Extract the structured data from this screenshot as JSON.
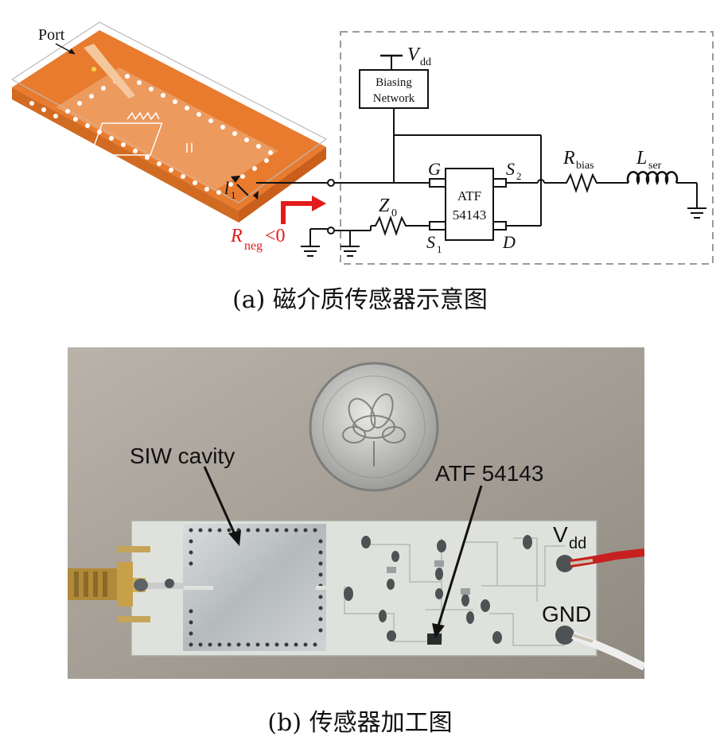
{
  "panel_a": {
    "port_label": "Port",
    "l1_label": "l",
    "l1_sub": "1",
    "rneg_label": "R",
    "rneg_sub": "neg",
    "rneg_tail": "<0",
    "vdd_label": "V",
    "vdd_sub": "dd",
    "biasing_line1": "Biasing",
    "biasing_line2": "Network",
    "g_label": "G",
    "s2_label": "S",
    "s2_sub": "2",
    "s1_label": "S",
    "s1_sub": "1",
    "d_label": "D",
    "z0_label": "Z",
    "z0_sub": "0",
    "chip_line1": "ATF",
    "chip_line2": "54143",
    "rbias_label": "R",
    "rbias_sub": "bias",
    "lser_label": "L",
    "lser_sub": "ser",
    "caption": "(a)  磁介质传感器示意图"
  },
  "panel_b": {
    "siw_label": "SIW cavity",
    "atf_label": "ATF 54143",
    "vdd_label": "V",
    "vdd_sub": "dd",
    "gnd_label": "GND",
    "caption": "(b)  传感器加工图"
  },
  "colors": {
    "substrate": "#e87b2e",
    "substrate_dark": "#c95f1a",
    "arrow_red": "#e31b1b",
    "box_dash": "#9a9a9a",
    "pcb": "#dfe2dc",
    "metal": "#bfc4c6"
  }
}
